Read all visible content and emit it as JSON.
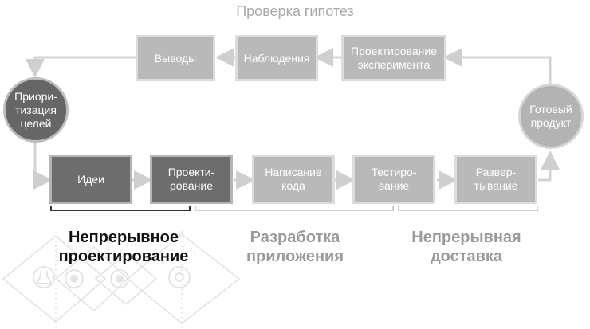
{
  "title": "Проверка гипотез",
  "top_row": {
    "conclusions": "Выводы",
    "observations": "Наблюдения",
    "experiment_design": "Проектирование\nэксперимента"
  },
  "circles": {
    "prioritization": "Приори-\nтизация\nцелей",
    "finished_product": "Готовый\nпродукт"
  },
  "bottom_row": {
    "ideas": "Идеи",
    "design": "Проекти-\nрование",
    "coding": "Написание\nкода",
    "testing": "Тестиро-\nвание",
    "deployment": "Развер-\nтывание"
  },
  "groups": {
    "continuous_design": "Непрерывное\nпроектирование",
    "app_development": "Разработка\nприложения",
    "continuous_delivery": "Непрерывная\nдоставка"
  }
}
